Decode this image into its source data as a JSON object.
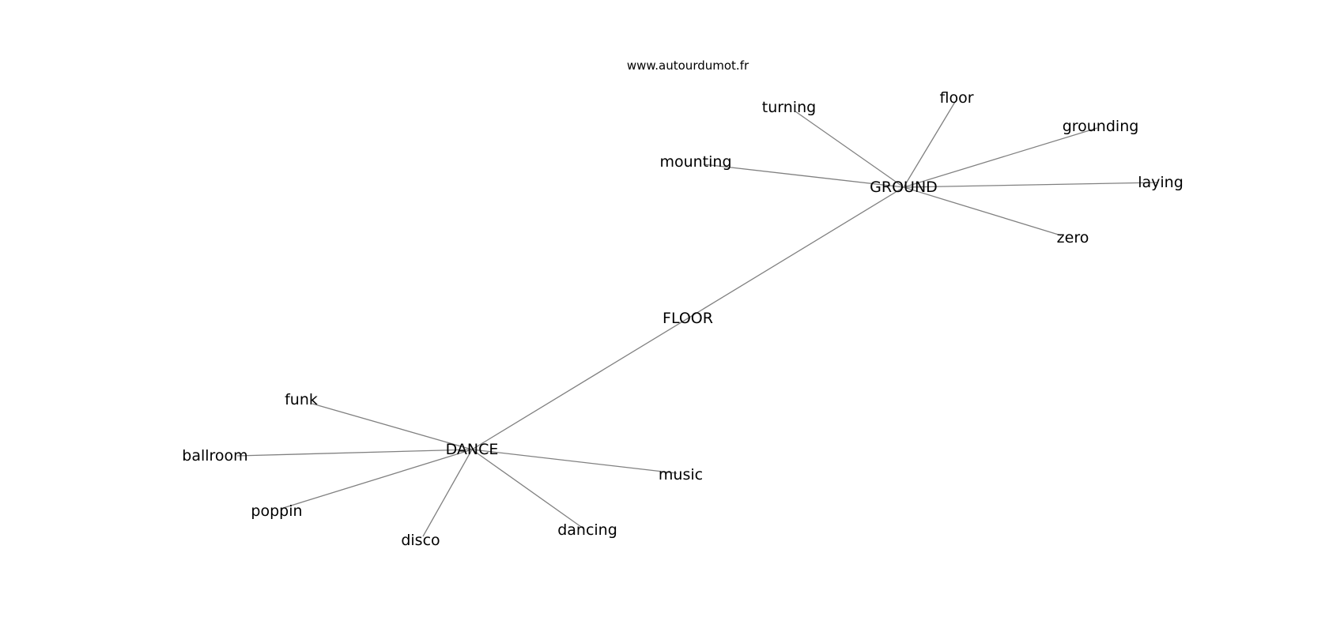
{
  "watermark": "www.autourdumot.fr",
  "graph": {
    "edge_color": "#808080",
    "text_color": "#000000",
    "nodes": [
      {
        "id": "FLOOR",
        "label": "FLOOR"
      },
      {
        "id": "GROUND",
        "label": "GROUND"
      },
      {
        "id": "DANCE",
        "label": "DANCE"
      },
      {
        "id": "turning",
        "label": "turning"
      },
      {
        "id": "floor",
        "label": "floor"
      },
      {
        "id": "grounding",
        "label": "grounding"
      },
      {
        "id": "mounting",
        "label": "mounting"
      },
      {
        "id": "laying",
        "label": "laying"
      },
      {
        "id": "zero",
        "label": "zero"
      },
      {
        "id": "funk",
        "label": "funk"
      },
      {
        "id": "ballroom",
        "label": "ballroom"
      },
      {
        "id": "music",
        "label": "music"
      },
      {
        "id": "poppin",
        "label": "poppin"
      },
      {
        "id": "disco",
        "label": "disco"
      },
      {
        "id": "dancing",
        "label": "dancing"
      }
    ],
    "edges": [
      [
        "GROUND",
        "DANCE"
      ],
      [
        "GROUND",
        "turning"
      ],
      [
        "GROUND",
        "floor"
      ],
      [
        "GROUND",
        "grounding"
      ],
      [
        "GROUND",
        "mounting"
      ],
      [
        "GROUND",
        "laying"
      ],
      [
        "GROUND",
        "zero"
      ],
      [
        "DANCE",
        "funk"
      ],
      [
        "DANCE",
        "ballroom"
      ],
      [
        "DANCE",
        "music"
      ],
      [
        "DANCE",
        "poppin"
      ],
      [
        "DANCE",
        "disco"
      ],
      [
        "DANCE",
        "dancing"
      ]
    ]
  }
}
